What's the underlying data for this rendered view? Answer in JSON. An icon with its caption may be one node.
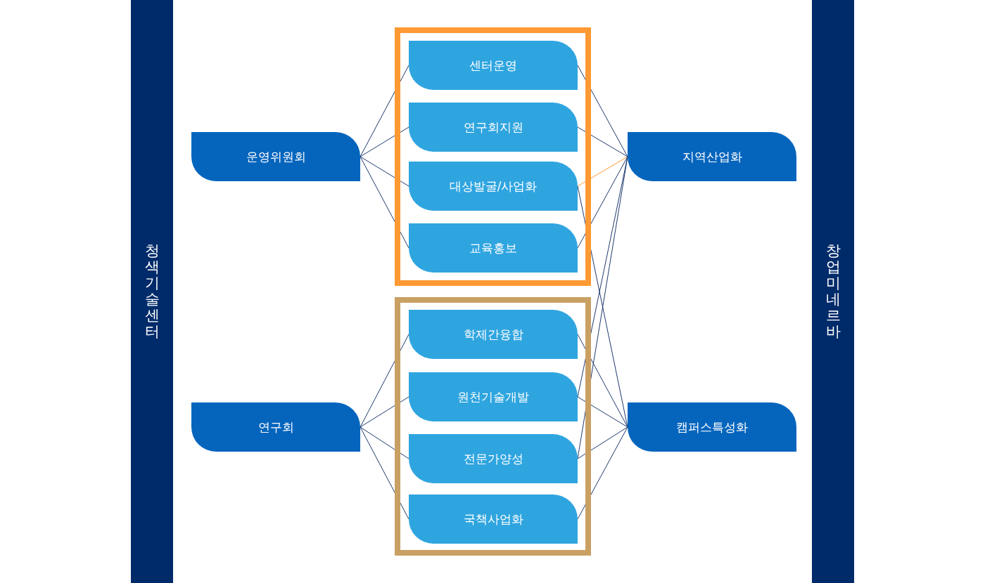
{
  "diagram": {
    "nodes": [
      {
        "text": [
          "청색기술센터"
        ]
      },
      {
        "text": [
          "운영위원회"
        ]
      },
      {
        "text": [
          "연구회"
        ]
      },
      {
        "text": [],
        "shape": "box"
      },
      {
        "text": [
          "센터운영"
        ],
        "in": 3
      },
      {
        "text": [
          "연구회지원"
        ],
        "in": 3
      },
      {
        "text": [
          "대상발굴/사업화"
        ],
        "in": 3
      },
      {
        "text": [
          "교육홍보"
        ],
        "in": 3
      },
      {
        "text": [],
        "shape": "box"
      },
      {
        "text": [
          "학제간융합"
        ],
        "in": 8
      },
      {
        "text": [
          "원천기술개발"
        ],
        "in": 8
      },
      {
        "text": [
          "전문가양성"
        ],
        "in": 8
      },
      {
        "text": [
          "국책사업화"
        ],
        "in": 8
      },
      {
        "text": [
          "지역산업화"
        ]
      },
      {
        "text": [
          "캠퍼스특성화"
        ]
      },
      {
        "text": [
          "창업미네르바"
        ]
      }
    ],
    "edges": [
      {
        "from": 1,
        "to": 4,
        "arrow": "none"
      },
      {
        "from": 1,
        "to": 5,
        "arrow": "none"
      },
      {
        "from": 1,
        "to": 6,
        "arrow": "none"
      },
      {
        "from": 1,
        "to": 7,
        "arrow": "none"
      },
      {
        "from": 2,
        "to": 9,
        "arrow": "none"
      },
      {
        "from": 2,
        "to": 10,
        "arrow": "none"
      },
      {
        "from": 2,
        "to": 11,
        "arrow": "none"
      },
      {
        "from": 2,
        "to": 12,
        "arrow": "none"
      },
      {
        "from": 4,
        "to": 13,
        "arrow": "none"
      },
      {
        "from": 5,
        "to": 13,
        "arrow": "none"
      },
      {
        "from": 6,
        "to": 13,
        "arrow": "none",
        "color": "#ff9933"
      },
      {
        "from": 7,
        "to": 13,
        "arrow": "none"
      },
      {
        "from": 10,
        "to": 13,
        "arrow": "none"
      },
      {
        "from": 11,
        "to": 13,
        "arrow": "none"
      },
      {
        "from": 6,
        "to": 14,
        "arrow": "none"
      },
      {
        "from": 9,
        "to": 14,
        "arrow": "none"
      },
      {
        "from": 10,
        "to": 14,
        "arrow": "none"
      },
      {
        "from": 11,
        "to": 14,
        "arrow": "none"
      },
      {
        "from": 12,
        "to": 14,
        "arrow": "none"
      }
    ]
  }
}
